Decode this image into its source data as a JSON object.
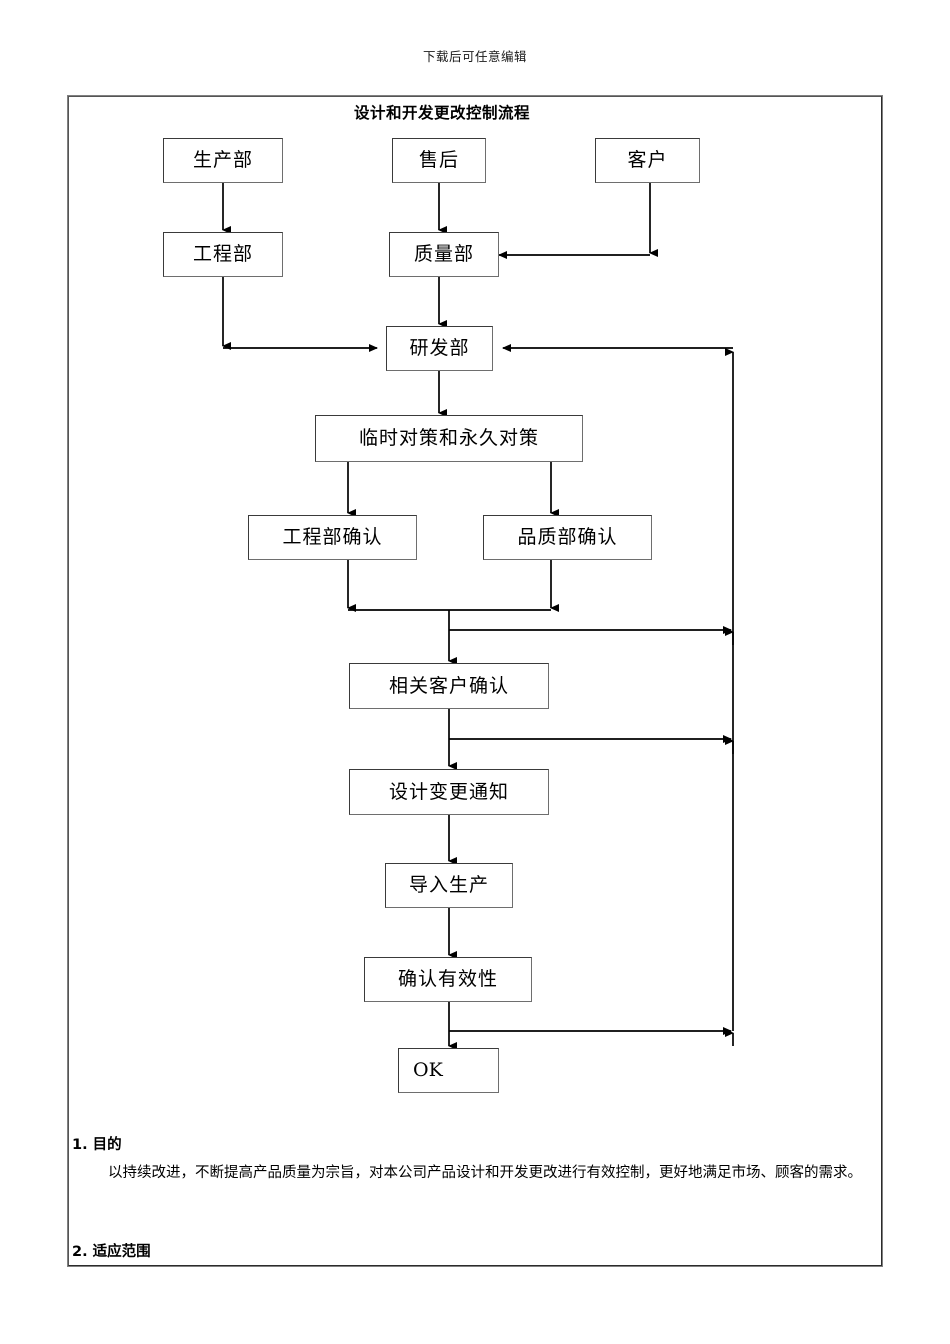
{
  "document": {
    "running_header": "下载后可任意编辑",
    "diagram_title": "设计和开发更改控制流程"
  },
  "flowchart": {
    "nodes": [
      {
        "id": "production",
        "label": "生产部"
      },
      {
        "id": "after-sales",
        "label": "售后"
      },
      {
        "id": "customer",
        "label": "客户"
      },
      {
        "id": "engineering",
        "label": "工程部"
      },
      {
        "id": "quality",
        "label": "质量部"
      },
      {
        "id": "rnd",
        "label": "研发部"
      },
      {
        "id": "countermeasures",
        "label": "临时对策和永久对策"
      },
      {
        "id": "engineering-confirm",
        "label": "工程部确认"
      },
      {
        "id": "quality-confirm",
        "label": "品质部确认"
      },
      {
        "id": "customer-confirm",
        "label": "相关客户确认"
      },
      {
        "id": "change-notice",
        "label": "设计变更通知"
      },
      {
        "id": "import-production",
        "label": "导入生产"
      },
      {
        "id": "verify-effective",
        "label": "确认有效性"
      },
      {
        "id": "ok",
        "label": "OK"
      }
    ]
  },
  "sections": [
    {
      "heading": "1. 目的",
      "paragraph": "以持续改进，不断提高产品质量为宗旨，对本公司产品设计和开发更改进行有效控制，更好地满足市场、顾客的需求。"
    },
    {
      "heading": "2. 适应范围",
      "paragraph": ""
    }
  ],
  "colors": {
    "line": "#000000",
    "frame_border": "#2b2b2b",
    "node_border": "#3a3a3a",
    "text": "#000000",
    "background": "#ffffff"
  }
}
